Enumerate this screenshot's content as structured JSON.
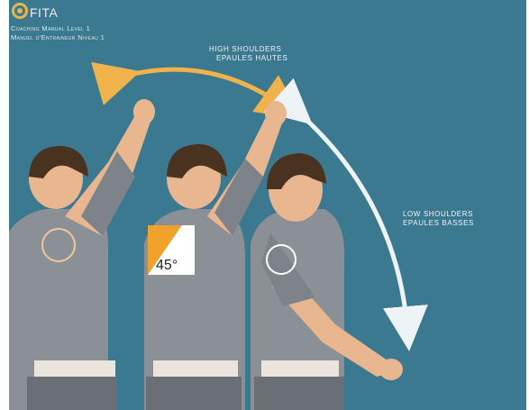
{
  "header": {
    "brand": "FITA",
    "subtitle_line1": "Coaching Manual Level 1",
    "subtitle_line2": "Manuel d'Entraineur Niveau 1",
    "logo_icon": "fita-target-logo-icon"
  },
  "annotations": {
    "high_shoulders_en": "HIGH SHOULDERS",
    "high_shoulders_fr": "EPAULES HAUTES",
    "low_shoulders_en": "LOW SHOULDERS",
    "low_shoulders_fr": "EPAULES BASSES",
    "angle": "45°"
  },
  "colors": {
    "background": "#3b7990",
    "high_arrow": "#f0b24a",
    "low_arrow": "#eef3f6",
    "shirt": "#8b8f96",
    "skin": "#e8b78f",
    "hair": "#4a3220",
    "angle_wedge": "#f0a22a"
  }
}
